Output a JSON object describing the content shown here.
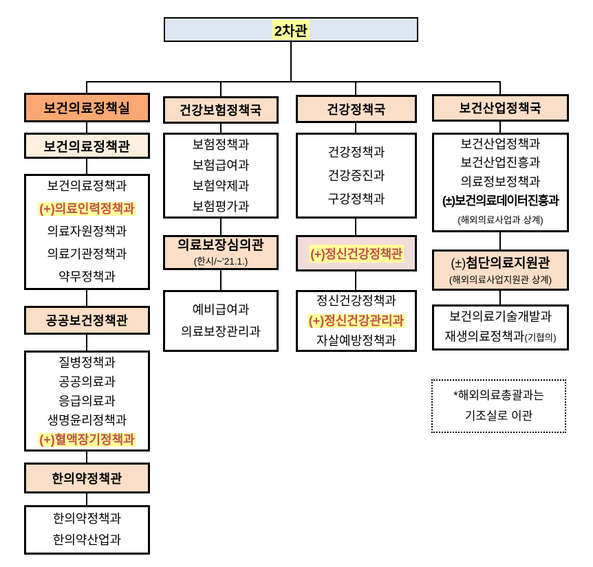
{
  "colors": {
    "root_bg": "#DCE6F1",
    "office_bg": "#FAA873",
    "bureau_bg": "#FBDEC7",
    "cream_bg": "#FDF0DE",
    "pink_bg": "#F1DCDA",
    "highlight_yellow": "#FFFF99",
    "emphasis_red": "#C0504D"
  },
  "root": {
    "label": "2차관"
  },
  "col1": {
    "office": "보건의료정책실",
    "bureau1": "보건의료정책관",
    "depts1": [
      "보건의료정책과",
      "(+)의료인력정책과",
      "의료자원정책과",
      "의료기관정책과",
      "약무정책과"
    ],
    "bureau2": "공공보건정책관",
    "depts2": [
      "질병정책과",
      "공공의료과",
      "응급의료과",
      "생명윤리정책과",
      "(+)혈액장기정책과"
    ],
    "bureau3": "한의약정책관",
    "depts3": [
      "한의약정책과",
      "한의약산업과"
    ]
  },
  "col2": {
    "header": "건강보험정책국",
    "depts1": [
      "보험정책과",
      "보험급여과",
      "보험약제과",
      "보험평가과"
    ],
    "bureau": {
      "name": "의료보장심의관",
      "subtitle": "(한시/~’21.1.)"
    },
    "depts2": [
      "예비급여과",
      "의료보장관리과"
    ]
  },
  "col3": {
    "header": "건강정책국",
    "depts1": [
      "건강정책과",
      "건강증진과",
      "구강정책과"
    ],
    "bureau": "(+)정신건강정책관",
    "depts2": [
      "정신건강정책과",
      "(+)정신건강관리과",
      "자살예방정책과"
    ]
  },
  "col4": {
    "header": "보건산업정책국",
    "depts1": [
      "보건산업정책과",
      "보건산업진흥과",
      "의료정보정책과",
      "(±)보건의료데이터진흥과",
      "(해외의료사업과 상계)"
    ],
    "bureau": {
      "prefix": "(±)",
      "name": "첨단의료지원관",
      "subtitle": "(해외의료사업지원관 상계)"
    },
    "depts2": {
      "line1": "보건의료기술개발과",
      "line2_name": "재생의료정책과",
      "line2_suffix": "(기협의)"
    }
  },
  "note": {
    "line1": "*해외의료총괄과는",
    "line2": "기조실로 이관"
  }
}
